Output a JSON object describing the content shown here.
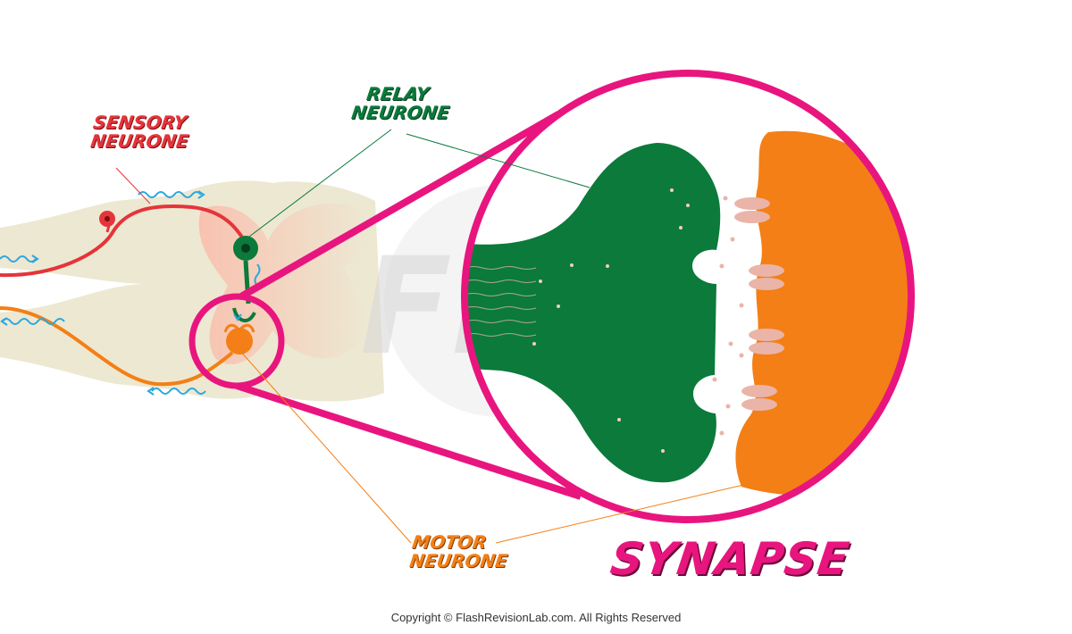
{
  "labels": {
    "sensory": {
      "line1": "Sensory",
      "line2": "Neurone"
    },
    "relay": {
      "line1": "Relay",
      "line2": "Neurone"
    },
    "motor": {
      "line1": "Motor",
      "line2": "Neurone"
    },
    "synapse": "Synapse"
  },
  "watermark": "FRL",
  "copyright": "Copyright © FlashRevisionLab.com. All Rights Reserved",
  "colors": {
    "sensory": "#e5343a",
    "relay": "#0b7a3b",
    "motor": "#f47f16",
    "highlight": "#e8157f",
    "impulse": "#29a8e0",
    "spinal_cord": "#ede8d2",
    "grey_matter": "#f8c2b0",
    "receptor": "#eab4a8"
  }
}
